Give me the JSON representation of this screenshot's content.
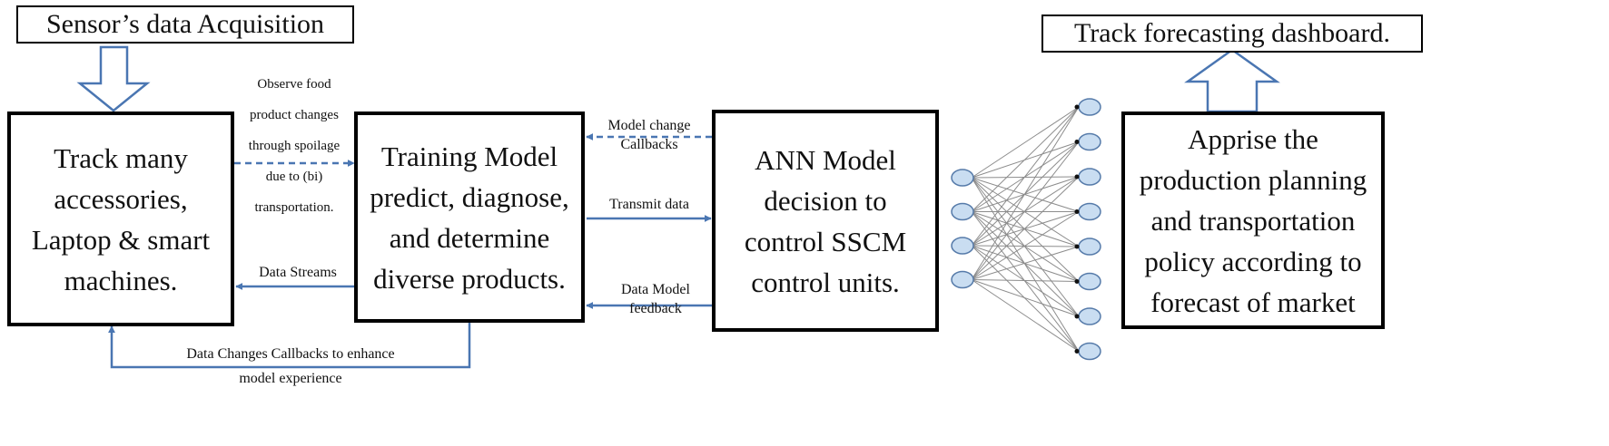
{
  "diagram": {
    "top_labels": {
      "sensor_acquisition": "Sensor’s data Acquisition",
      "dashboard": "Track forecasting dashboard."
    },
    "boxes": {
      "track": [
        "Track many",
        "accessories,",
        "Laptop & smart",
        "machines."
      ],
      "training": [
        "Training Model",
        "predict, diagnose,",
        "and determine",
        "diverse products."
      ],
      "ann": [
        "ANN Model",
        "decision to",
        "control SSCM",
        "control units."
      ],
      "apprise": [
        "Apprise the",
        "production planning",
        "and transportation",
        "policy according to",
        "forecast of market"
      ]
    },
    "edge_labels": {
      "observe": [
        "Observe food",
        "product changes",
        "through spoilage",
        "due to (bi)",
        "transportation."
      ],
      "data_streams": "Data Streams",
      "model_change": [
        "Model change",
        "Callbacks"
      ],
      "transmit": "Transmit data",
      "feedback": [
        "Data Model",
        "feedback"
      ],
      "callbacks": [
        "Data Changes Callbacks to enhance",
        "model experience"
      ]
    },
    "network": {
      "layer_sizes": [
        4,
        8
      ]
    },
    "colors": {
      "arrow_blue": "#4a76b2",
      "node_fill": "#c9ddf1",
      "node_stroke": "#557aa9",
      "border": "#000000"
    }
  }
}
